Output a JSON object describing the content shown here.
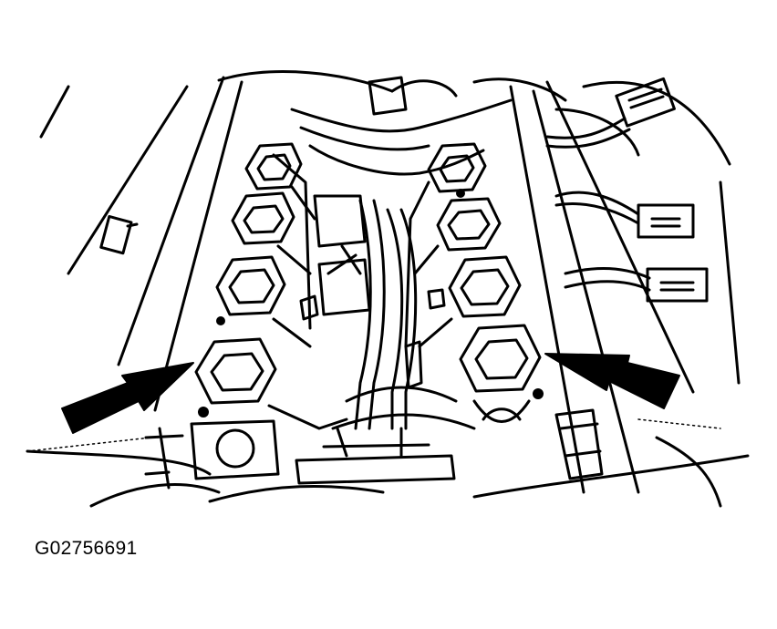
{
  "figure": {
    "id_label": "G02756691",
    "line_color": "#000000",
    "background_color": "#ffffff",
    "callouts": [
      {
        "name": "left-arrow",
        "points_to": "front-left-port-gasket"
      },
      {
        "name": "right-arrow",
        "points_to": "front-right-port-gasket"
      }
    ]
  }
}
